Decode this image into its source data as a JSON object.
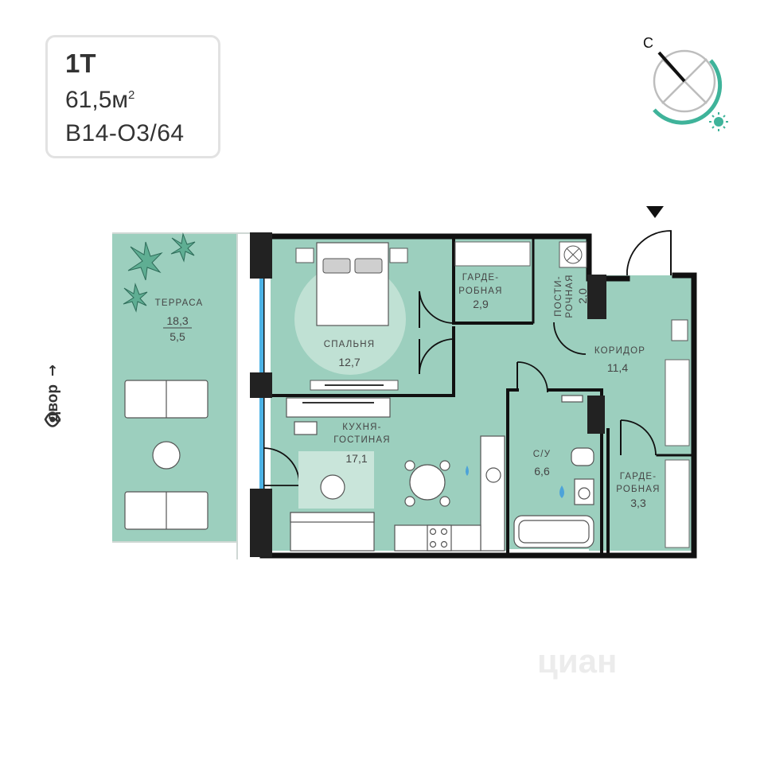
{
  "unit": {
    "type": "1Т",
    "area_value": "61,5м",
    "area_sup": "2",
    "code": "В14-О3/64"
  },
  "orientation": {
    "compass_icon": "sun-compass-icon",
    "view_label": "двор",
    "view_arrow": "↑"
  },
  "rooms": {
    "terrace": {
      "name": "ТЕРРАСА",
      "area": "18,3",
      "area2": "5,5"
    },
    "bedroom": {
      "name": "СПАЛЬНЯ",
      "area": "12,7"
    },
    "wardrobe1": {
      "name_line1": "ГАРДЕ-",
      "name_line2": "РОБНАЯ",
      "area": "2,9"
    },
    "laundry": {
      "name_line1": "ПОСТИ-",
      "name_line2": "РОЧНАЯ",
      "area": "2,0"
    },
    "corridor": {
      "name": "КОРИДОР",
      "area": "11,4"
    },
    "kitchen": {
      "name_line1": "КУХНЯ-",
      "name_line2": "ГОСТИНАЯ",
      "area": "17,1"
    },
    "bathroom": {
      "name": "С/У",
      "area": "6,6"
    },
    "wardrobe2": {
      "name_line1": "ГАРДЕ-",
      "name_line2": "РОБНАЯ",
      "area": "3,3"
    }
  },
  "watermark": "циан",
  "colors": {
    "room_fill": "#9ccfbe",
    "terrace_fill": "#9ccfbe",
    "wall": "#111111",
    "accent": "#3fb39a",
    "window": "#4db3e6"
  }
}
